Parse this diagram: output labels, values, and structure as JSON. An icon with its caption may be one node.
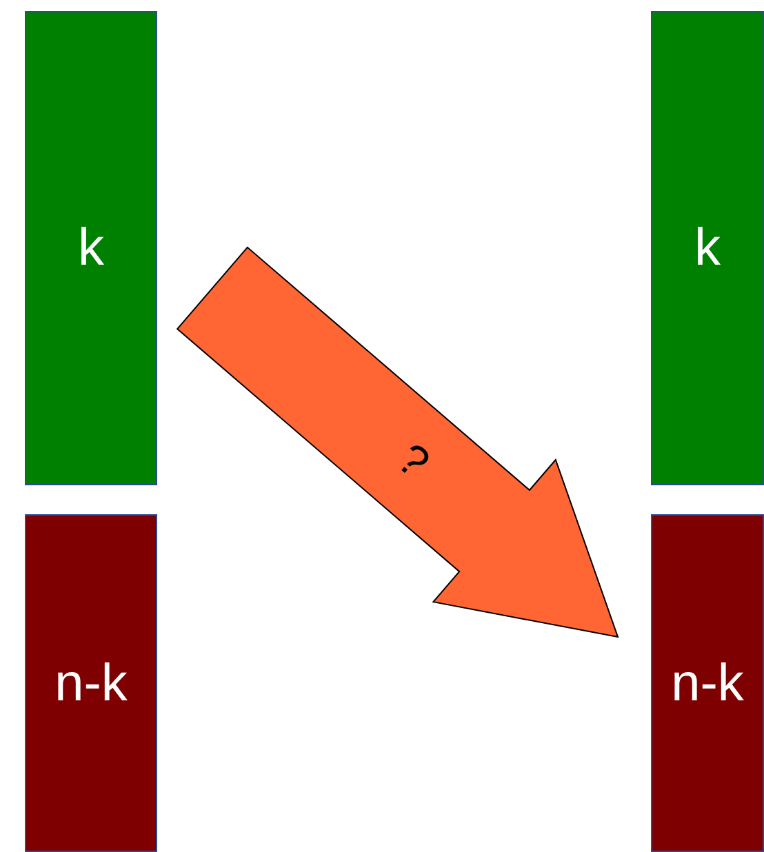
{
  "diagram": {
    "nodes": [
      {
        "text": [
          "k"
        ]
      },
      {
        "text": [
          "n-k"
        ]
      },
      {
        "text": [
          "k"
        ]
      },
      {
        "text": [
          "n-k"
        ]
      }
    ],
    "edges": [
      {
        "from": 0,
        "to": 3,
        "arrow": "to",
        "label": "?",
        "style": "thick",
        "color": "#ff6633"
      }
    ]
  }
}
